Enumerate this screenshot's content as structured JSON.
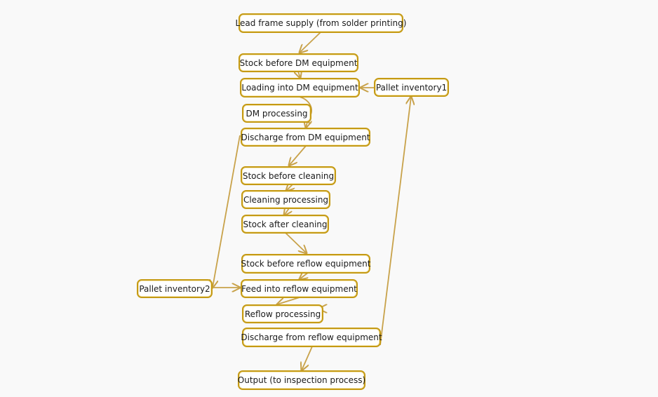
{
  "colors": {
    "edge": "#c8a24a",
    "border": "#c59a14",
    "background": "#f9f9f9"
  },
  "nodes": {
    "lead_frame_supply": "Lead frame supply (from solder printing)",
    "stock_before_dm": "Stock before DM equipment",
    "loading_into_dm": "Loading into DM equipment",
    "pallet_inventory1": "Pallet inventory1",
    "dm_processing": "DM processing",
    "discharge_from_dm": "Discharge from DM equipment",
    "stock_before_cleaning": "Stock before cleaning",
    "cleaning_processing": "Cleaning processing",
    "stock_after_cleaning": "Stock after cleaning",
    "stock_before_reflow": "Stock before reflow equipment",
    "pallet_inventory2": "Pallet inventory2",
    "feed_into_reflow": "Feed into reflow equipment",
    "reflow_processing": "Reflow processing",
    "discharge_from_reflow": "Discharge from reflow equipment",
    "output": "Output (to inspection process)"
  }
}
